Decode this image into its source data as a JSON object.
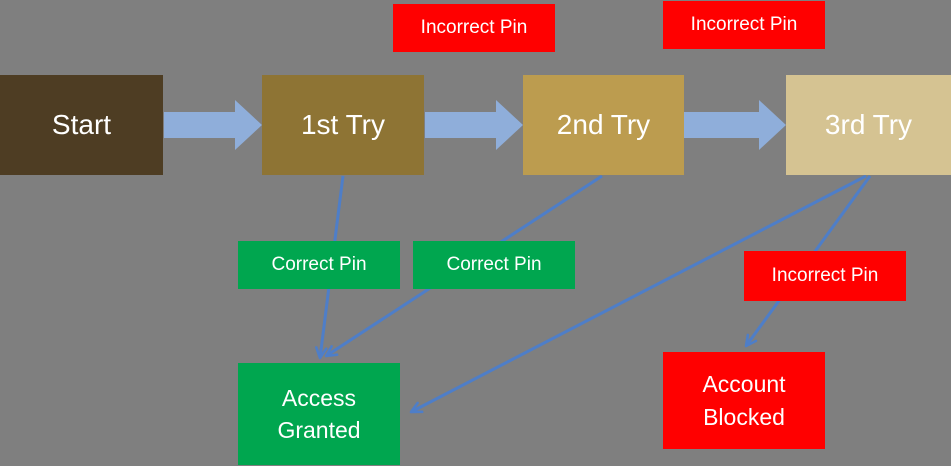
{
  "title": "PIN attempt flowchart",
  "colors": {
    "background": "#7F7F7F",
    "arrow": "#8FAEDA",
    "connector": "#4E7EC8",
    "red": "#FF0000",
    "green": "#00A64F",
    "start": "#4E3D23",
    "try1": "#8E7434",
    "try2": "#BC9C4F",
    "try3": "#D5C392",
    "text": "#FFFFFF"
  },
  "nodes": {
    "start": {
      "label": "Start"
    },
    "try1": {
      "label": "1st Try"
    },
    "try2": {
      "label": "2nd Try"
    },
    "try3": {
      "label": "3rd Try"
    },
    "incorrect_pin_top_1": {
      "label": "Incorrect Pin"
    },
    "incorrect_pin_top_2": {
      "label": "Incorrect Pin"
    },
    "correct_pin_1": {
      "label": "Correct Pin"
    },
    "correct_pin_2": {
      "label": "Correct Pin"
    },
    "incorrect_pin_3": {
      "label": "Incorrect Pin"
    },
    "access_granted": {
      "label": "Access Granted",
      "lines": [
        "Access",
        "Granted"
      ]
    },
    "account_blocked": {
      "label": "Account Blocked",
      "lines": [
        "Account",
        "Blocked"
      ]
    }
  },
  "edges": [
    {
      "from": "start",
      "to": "1st-try",
      "type": "block-arrow"
    },
    {
      "from": "1st-try",
      "to": "2nd-try",
      "type": "block-arrow",
      "label": "Incorrect Pin"
    },
    {
      "from": "2nd-try",
      "to": "3rd-try",
      "type": "block-arrow",
      "label": "Incorrect Pin"
    },
    {
      "from": "1st-try",
      "to": "access-granted",
      "type": "line",
      "label": "Correct Pin"
    },
    {
      "from": "2nd-try",
      "to": "access-granted",
      "type": "line",
      "label": "Correct Pin"
    },
    {
      "from": "3rd-try",
      "to": "access-granted",
      "type": "line",
      "label": ""
    },
    {
      "from": "3rd-try",
      "to": "account-blocked",
      "type": "line",
      "label": "Incorrect Pin"
    }
  ]
}
